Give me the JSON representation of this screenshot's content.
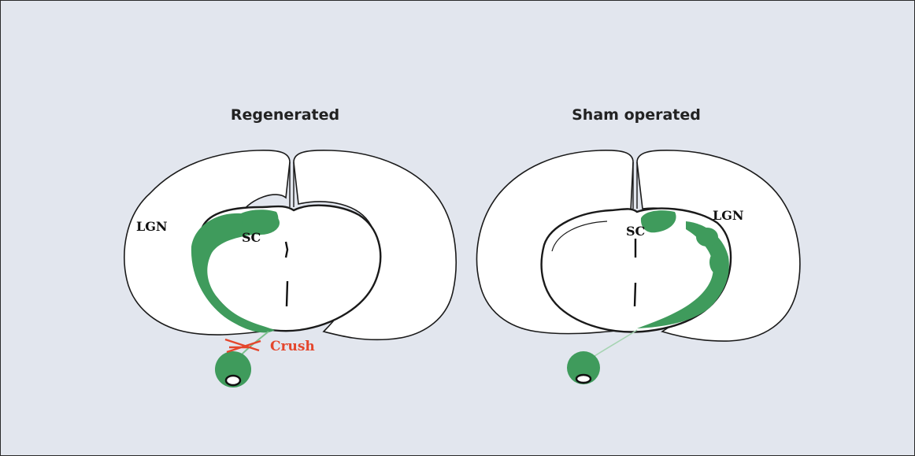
{
  "titles": {
    "left": "Regenerated",
    "right": "Sham operated"
  },
  "labels": {
    "lgn": "LGN",
    "sc": "SC",
    "crush": "Crush"
  },
  "colors": {
    "background": "#e2e6ee",
    "tissue": "#ffffff",
    "outline": "#1a1a1a",
    "label_green": "#3f9b5c",
    "crush_red": "#e4462c"
  }
}
